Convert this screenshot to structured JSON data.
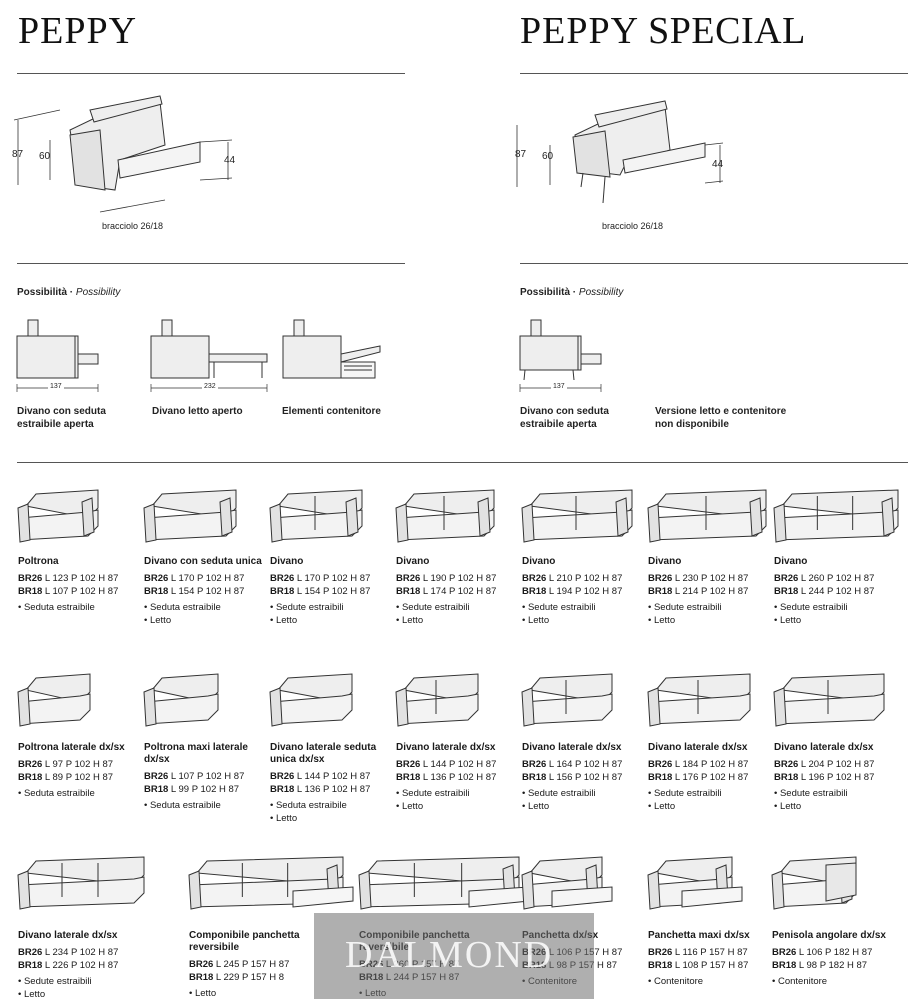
{
  "header": {
    "left_title": "PEPPY",
    "right_title_bold": "PEPPY",
    "right_title_light": "SPECIAL"
  },
  "dimensions": {
    "height_total": "87",
    "height_back": "60",
    "seat_height": "44",
    "armrest_label": "bracciolo 26/18"
  },
  "possibility": {
    "label": "Possibilità",
    "label_en": "Possibility",
    "left": [
      {
        "measure": "137",
        "caption": [
          "Divano con seduta",
          "estraibile aperta"
        ]
      },
      {
        "measure": "232",
        "caption": [
          "Divano letto aperto"
        ]
      },
      {
        "measure": "",
        "caption": [
          "Elementi contenitore"
        ]
      }
    ],
    "right": [
      {
        "measure": "137",
        "caption": [
          "Divano con seduta",
          "estraibile aperta"
        ]
      },
      {
        "measure": "",
        "caption": [
          "Versione letto e contenitore",
          "non disponibile"
        ]
      }
    ]
  },
  "row1": [
    {
      "name": "Poltrona",
      "br26": "L 123 P 102 H 87",
      "br18": "L 107 P 102 H 87",
      "notes": [
        "Seduta estraibile"
      ]
    },
    {
      "name": "Divano con seduta unica",
      "br26": "L 170 P 102 H 87",
      "br18": "L 154 P 102 H 87",
      "notes": [
        "Seduta estraibile",
        "Letto"
      ]
    },
    {
      "name": "Divano",
      "br26": "L 170 P 102 H 87",
      "br18": "L 154 P 102 H 87",
      "notes": [
        "Sedute estraibili",
        "Letto"
      ]
    },
    {
      "name": "Divano",
      "br26": "L 190 P 102 H 87",
      "br18": "L 174 P 102 H 87",
      "notes": [
        "Sedute estraibili",
        "Letto"
      ]
    },
    {
      "name": "Divano",
      "br26": "L 210 P 102 H 87",
      "br18": "L 194 P 102 H 87",
      "notes": [
        "Sedute estraibili",
        "Letto"
      ]
    },
    {
      "name": "Divano",
      "br26": "L 230 P 102 H 87",
      "br18": "L 214 P 102 H 87",
      "notes": [
        "Sedute estraibili",
        "Letto"
      ]
    },
    {
      "name": "Divano",
      "br26": "L 260 P 102 H 87",
      "br18": "L 244 P 102 H 87",
      "notes": [
        "Sedute estraibili",
        "Letto"
      ]
    }
  ],
  "row2": [
    {
      "name": "Poltrona laterale dx/sx",
      "br26": "L 97 P 102 H 87",
      "br18": "L 89 P 102 H 87",
      "notes": [
        "Seduta estraibile"
      ]
    },
    {
      "name": "Poltrona maxi laterale dx/sx",
      "br26": "L 107 P 102 H 87",
      "br18": "L 99 P 102 H 87",
      "notes": [
        "Seduta estraibile"
      ]
    },
    {
      "name": "Divano laterale seduta unica dx/sx",
      "br26": "L 144 P 102 H 87",
      "br18": "L 136 P 102 H 87",
      "notes": [
        "Seduta estraibile",
        "Letto"
      ]
    },
    {
      "name": "Divano laterale dx/sx",
      "br26": "L 144 P 102 H 87",
      "br18": "L 136 P 102 H 87",
      "notes": [
        "Sedute estraibili",
        "Letto"
      ]
    },
    {
      "name": "Divano laterale dx/sx",
      "br26": "L 164 P 102 H 87",
      "br18": "L 156 P 102 H 87",
      "notes": [
        "Sedute estraibili",
        "Letto"
      ]
    },
    {
      "name": "Divano laterale dx/sx",
      "br26": "L 184 P 102 H 87",
      "br18": "L 176 P 102 H 87",
      "notes": [
        "Sedute estraibili",
        "Letto"
      ]
    },
    {
      "name": "Divano laterale dx/sx",
      "br26": "L 204 P 102 H 87",
      "br18": "L 196 P 102 H 87",
      "notes": [
        "Sedute estraibili",
        "Letto"
      ]
    }
  ],
  "row3": [
    {
      "name": "Divano laterale dx/sx",
      "br26": "L 234 P 102 H 87",
      "br18": "L 226 P 102 H 87",
      "notes": [
        "Sedute estraibili",
        "Letto"
      ]
    },
    {
      "name": "Componibile panchetta reversibile",
      "br26": "L 245 P 157 H 87",
      "br18": "L 229 P 157 H 8",
      "notes": [
        "Letto"
      ]
    },
    {
      "name": "Componibile panchetta reversibile",
      "br26": "L 260 P 157 H 87",
      "br18": "L 244 P 157 H 87",
      "notes": [
        "Letto"
      ]
    },
    {
      "name": "Panchetta dx/sx",
      "br26": "L 106 P 157 H 87",
      "br18": "L 98 P 157 H 87",
      "notes": [
        "Contenitore"
      ]
    },
    {
      "name": "Panchetta maxi dx/sx",
      "br26": "L 116 P 157 H 87",
      "br18": "L 108 P 157 H 87",
      "notes": [
        "Contenitore"
      ]
    },
    {
      "name": "Penisola angolare dx/sx",
      "br26": "L 106 P 182 H 87",
      "br18": "L 98 P 182 H 87",
      "notes": [
        "Contenitore"
      ]
    }
  ],
  "labels": {
    "br26": "BR26",
    "br18": "BR18"
  },
  "watermark": "DALMOND",
  "colors": {
    "line": "#333333",
    "fill": "#eeeeee",
    "rule": "#555555"
  }
}
